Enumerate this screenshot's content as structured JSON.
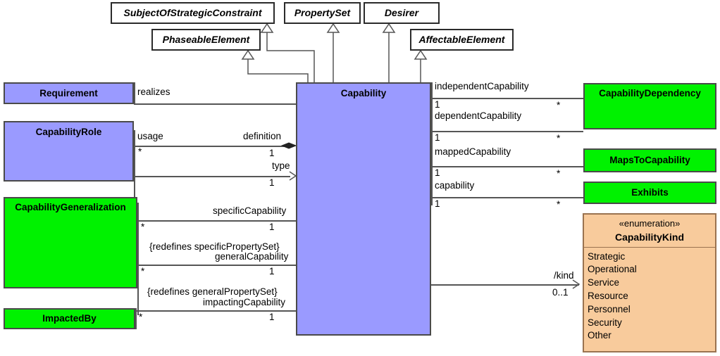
{
  "diagram": {
    "title": "Capability UML class diagram",
    "colors": {
      "blue_class": "#9a9aff",
      "green_class": "#00f200",
      "enum_class": "#f8cb9c",
      "line": "#555555",
      "border": "#4a4a4a"
    }
  },
  "classes": {
    "abstract": [
      {
        "name": "SubjectOfStrategicConstraint"
      },
      {
        "name": "PhaseableElement"
      },
      {
        "name": "PropertySet"
      },
      {
        "name": "Desirer"
      },
      {
        "name": "AffectableElement"
      }
    ],
    "blue": [
      {
        "name": "Requirement"
      },
      {
        "name": "CapabilityRole"
      },
      {
        "name": "Capability"
      }
    ],
    "green": [
      {
        "name": "CapabilityGeneralization"
      },
      {
        "name": "ImpactedBy"
      },
      {
        "name": "CapabilityDependency"
      },
      {
        "name": "MapsToCapability"
      },
      {
        "name": "Exhibits"
      }
    ]
  },
  "enumeration": {
    "stereotype": "«enumeration»",
    "name": "CapabilityKind",
    "literals": [
      "Strategic",
      "Operational",
      "Service",
      "Resource",
      "Personnel",
      "Security",
      "Other"
    ]
  },
  "associations": [
    {
      "id": "realizes",
      "role_left": "realizes",
      "role_right": "",
      "mult_left": "",
      "mult_right": ""
    },
    {
      "id": "usage",
      "role_left": "usage",
      "role_right": "definition",
      "mult_left": "*",
      "mult_right": "1"
    },
    {
      "id": "type",
      "role_left": "",
      "role_right": "type",
      "mult_left": "",
      "mult_right": "1"
    },
    {
      "id": "specific",
      "role_left": "",
      "role_right": "specificCapability",
      "mult_left": "*",
      "mult_right": "1",
      "constraint": "{redefines specificPropertySet}"
    },
    {
      "id": "general",
      "role_left": "",
      "role_right": "generalCapability",
      "mult_left": "*",
      "mult_right": "1",
      "constraint": "{redefines generalPropertySet}"
    },
    {
      "id": "impacting",
      "role_left": "",
      "role_right": "impactingCapability",
      "mult_left": "*",
      "mult_right": "1"
    },
    {
      "id": "independent",
      "role_left": "independentCapability",
      "role_right": "",
      "mult_left": "1",
      "mult_right": "*"
    },
    {
      "id": "dependent",
      "role_left": "dependentCapability",
      "role_right": "",
      "mult_left": "1",
      "mult_right": "*"
    },
    {
      "id": "mapped",
      "role_left": "mappedCapability",
      "role_right": "",
      "mult_left": "1",
      "mult_right": "*"
    },
    {
      "id": "capability",
      "role_left": "capability",
      "role_right": "",
      "mult_left": "1",
      "mult_right": "*"
    },
    {
      "id": "kind",
      "role_left": "",
      "role_right": "/kind",
      "mult_left": "",
      "mult_right": "0..1"
    }
  ]
}
